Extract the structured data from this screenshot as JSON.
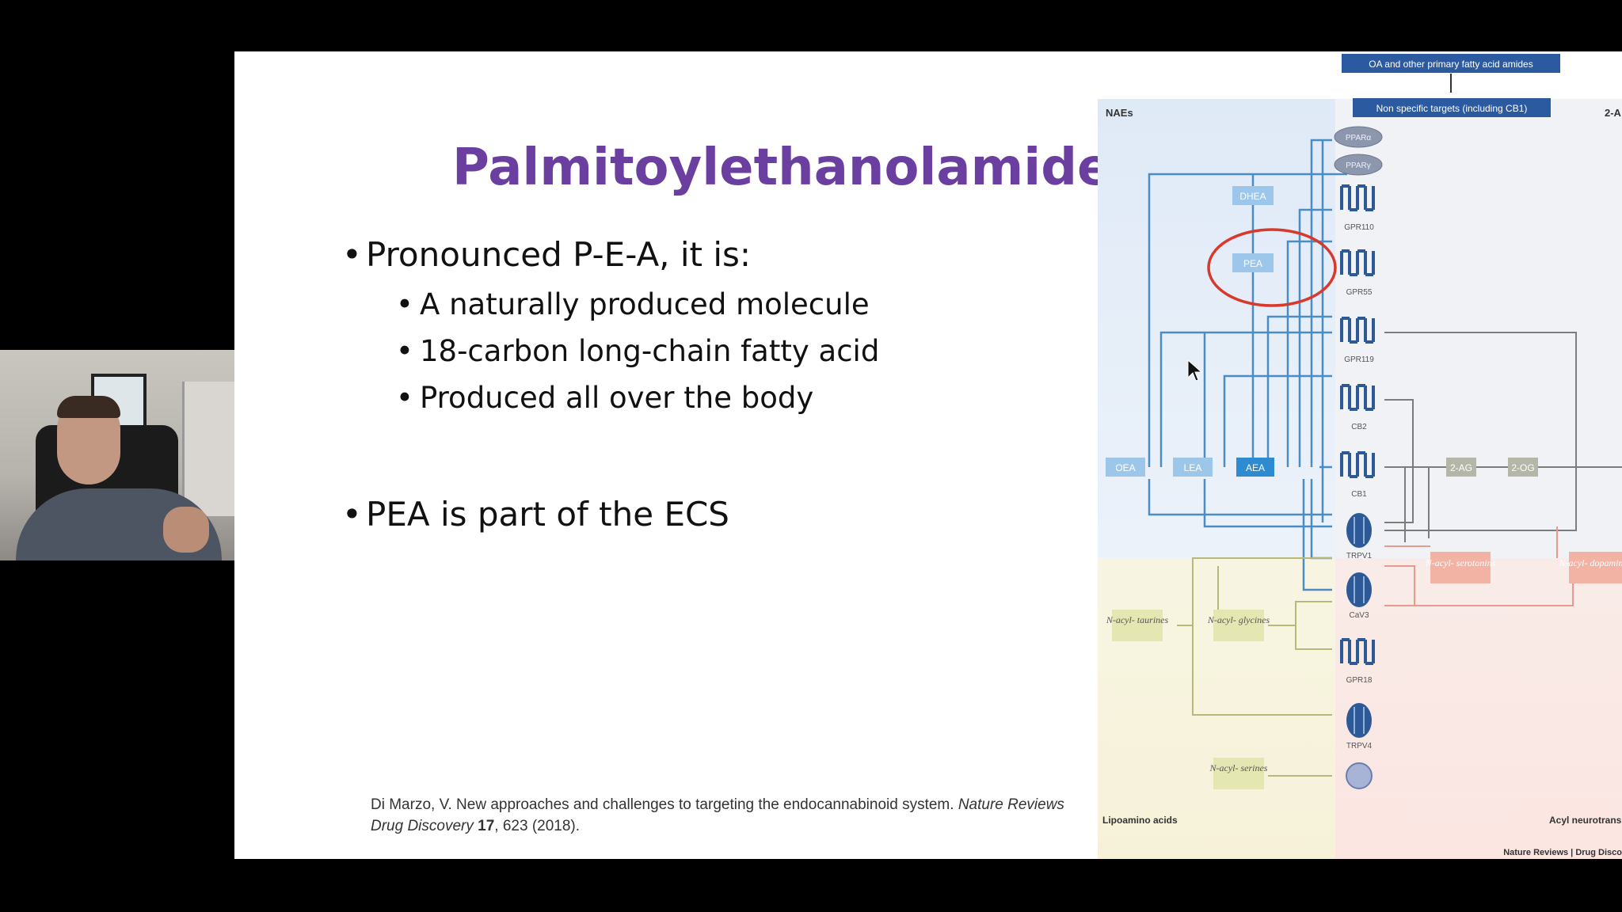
{
  "slide": {
    "title": "Palmitoylethanolamide",
    "bullets": [
      {
        "text": "Pronounced P-E-A, it is:"
      },
      {
        "text": "A naturally produced molecule"
      },
      {
        "text": "18-carbon long-chain fatty acid"
      },
      {
        "text": "Produced all over the body"
      },
      {
        "text": "PEA is part of the ECS"
      }
    ],
    "citation": {
      "authors": "Di Marzo, V. New approaches and challenges to targeting the endocannabinoid system.",
      "journal": "Nature Reviews Drug Discovery",
      "volume": "17",
      "pages_year": ", 623 (2018)."
    }
  },
  "figure": {
    "top_box_1": "OA and other primary fatty acid amides",
    "top_box_2": "Non specific targets (including CB1)",
    "section_left": "NAEs",
    "section_right": "2-A",
    "bottom_left": "Lipoamino acids",
    "bottom_right": "Acyl neurotransmi",
    "credit": "Nature Reviews | Drug Disco",
    "receptors": [
      "PPARα",
      "PPARγ",
      "GPR110",
      "GPR55",
      "GPR119",
      "CB2",
      "CB1",
      "TRPV1",
      "CaV3",
      "GPR18",
      "TRPV4"
    ],
    "ligands": {
      "dhea": "DHEA",
      "pea": "PEA",
      "oea": "OEA",
      "lea": "LEA",
      "aea": "AEA",
      "ag": "2-AG",
      "og": "2-OG"
    },
    "lipoamino": [
      "N-acyl- taurines",
      "N-acyl- glycines",
      "N-acyl- serines"
    ],
    "neuro": [
      "N-acyl- serotonins",
      "N-acyl- dopamines"
    ]
  }
}
